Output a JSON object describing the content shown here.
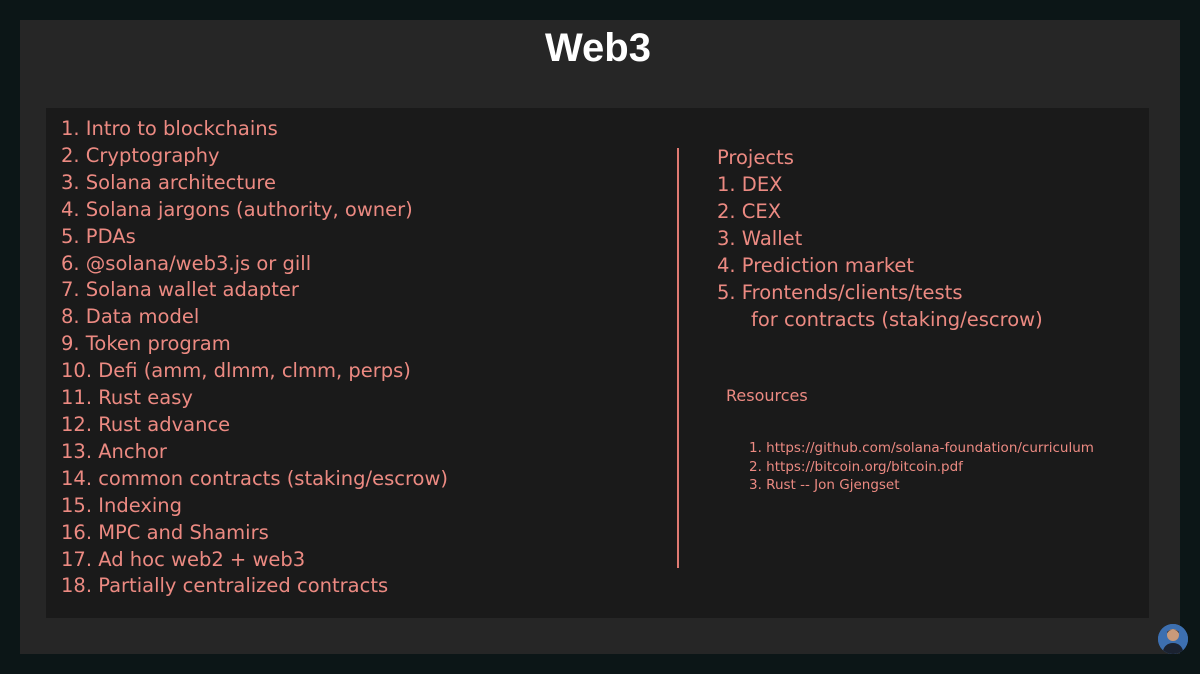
{
  "slide": {
    "title": "Web3",
    "curriculum": [
      "1. Intro to blockchains",
      "2. Cryptography",
      "3. Solana architecture",
      "4. Solana jargons (authority, owner)",
      "5. PDAs",
      "6. @solana/web3.js or gill",
      "7. Solana wallet adapter",
      "8. Data model",
      "9. Token program",
      "10. Defi (amm, dlmm, clmm, perps)",
      "11. Rust easy",
      "12. Rust advance",
      "13. Anchor",
      "14. common contracts (staking/escrow)",
      "15. Indexing",
      "16. MPC and Shamirs",
      "17. Ad hoc web2 + web3",
      "18. Partially centralized contracts"
    ],
    "projects": {
      "heading": "Projects",
      "items": [
        "1. DEX",
        "2. CEX",
        "3. Wallet",
        "4. Prediction market",
        "5. Frontends/clients/tests"
      ],
      "continuation": "for contracts (staking/escrow)"
    },
    "resources": {
      "heading": "Resources",
      "items": [
        "1. https://github.com/solana-foundation/curriculum",
        "2. https://bitcoin.org/bitcoin.pdf",
        "3. Rust -- Jon Gjengset"
      ]
    }
  },
  "colors": {
    "background": "#0c1617",
    "frame": "#262626",
    "board": "#1a1a1a",
    "ink": "#ec8a82",
    "title": "#ffffff"
  },
  "icons": {
    "presenter": "avatar"
  }
}
